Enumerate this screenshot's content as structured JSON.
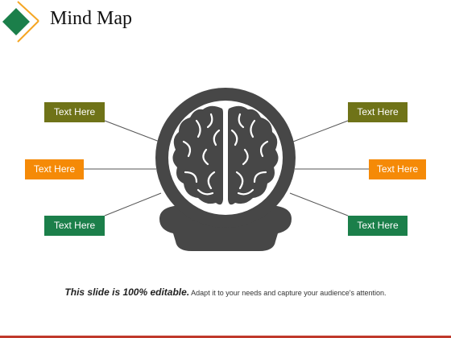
{
  "title": "Mind Map",
  "nodes": {
    "left_top": "Text Here",
    "left_middle": "Text Here",
    "left_bottom": "Text Here",
    "right_top": "Text Here",
    "right_middle": "Text Here",
    "right_bottom": "Text Here"
  },
  "footer": {
    "emphasis": "This slide is 100% editable.",
    "text": "Adapt it to your needs and capture your audience's attention."
  },
  "colors": {
    "olive": "#6f7318",
    "orange": "#f58a07",
    "green": "#1b7f4a",
    "icon": "#474747",
    "accent": "#f5a623"
  }
}
